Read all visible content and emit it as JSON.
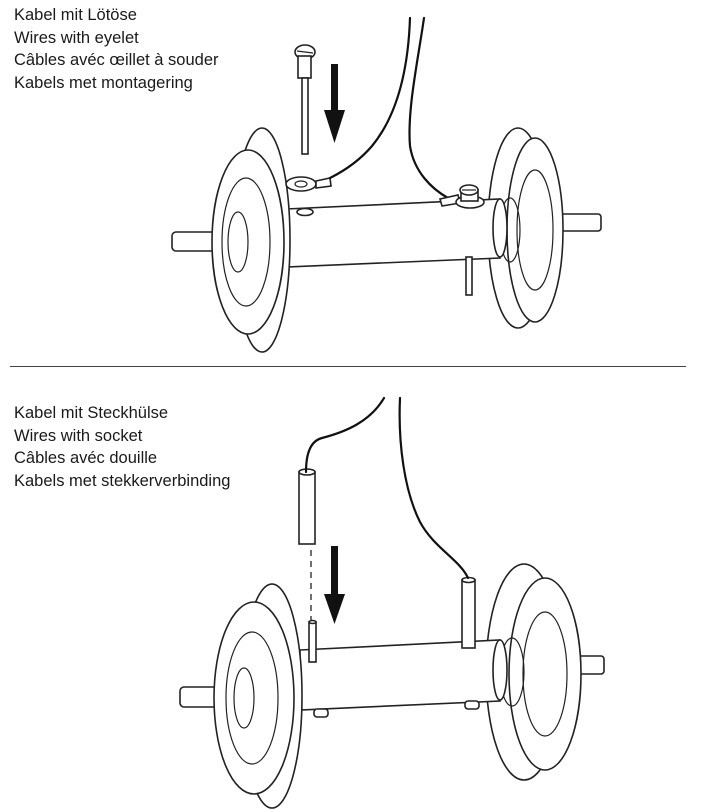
{
  "sections": [
    {
      "captions": [
        "Kabel mit Lötöse",
        "Wires with eyelet",
        "Câbles avéc œillet à souder",
        "Kabels met montagering"
      ]
    },
    {
      "captions": [
        "Kabel mit Steckhülse",
        "Wires with socket",
        "Câbles avéc douille",
        "Kabels met stekkerverbinding"
      ]
    }
  ]
}
